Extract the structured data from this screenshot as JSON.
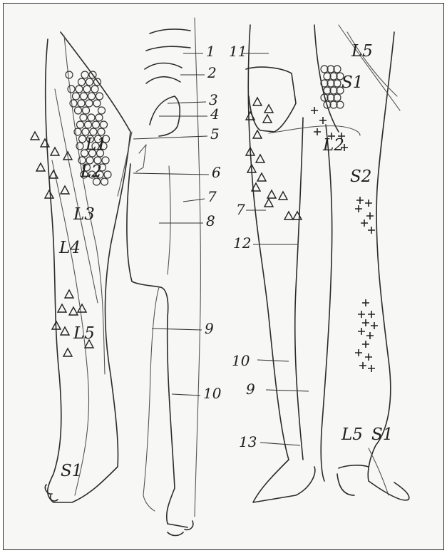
{
  "numbers": [
    "1",
    "2",
    "3",
    "4",
    "5",
    "6",
    "7",
    "8",
    "9",
    "10",
    "11",
    "12",
    "9",
    "10",
    "13",
    "7"
  ],
  "segments": {
    "L1": "L1",
    "L2": "L2",
    "L3": "L3",
    "L4": "L4",
    "L5": "L5",
    "S1_left": "S1",
    "L5_back": "L5",
    "S1_back": "S1",
    "L2_back": "L2",
    "S2_back": "S2",
    "L5_calf": "L5",
    "S1_calf": "S1"
  },
  "markers": {
    "circle": "o",
    "triangle": "Δ",
    "plus": "+"
  },
  "colors": {
    "ink": "#2b2b2b",
    "paper": "#f7f7f5",
    "border": "#2a2a2a"
  }
}
